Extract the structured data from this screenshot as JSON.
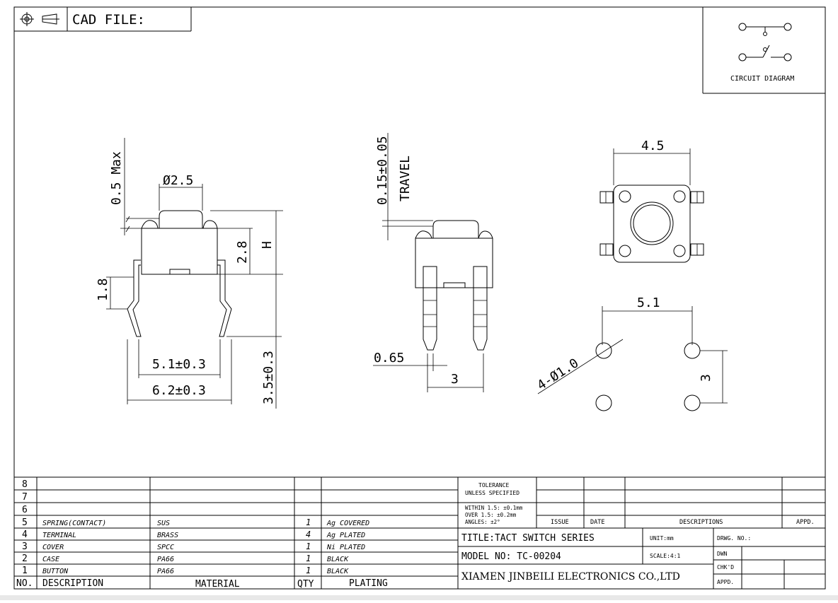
{
  "header": {
    "cad_file_label": "CAD FILE:",
    "projection_symbol": "third-angle-projection-icon"
  },
  "circuit": {
    "label": "CIRCUIT DIAGRAM"
  },
  "front_view": {
    "dim_max": "0.5 Max",
    "dim_dia": "Ø2.5",
    "dim_28": "2.8",
    "dim_h": "H",
    "dim_18": "1.8",
    "dim_51": "5.1±0.3",
    "dim_62": "6.2±0.3",
    "dim_35": "3.5±0.3"
  },
  "side_view": {
    "dim_travel": "0.15±0.05",
    "travel_label": "TRAVEL",
    "dim_065": "0.65",
    "dim_3": "3"
  },
  "top_view": {
    "dim_45": "4.5"
  },
  "pcb_view": {
    "dim_51": "5.1",
    "dim_holes": "4-Ø1.0",
    "dim_3": "3"
  },
  "bom": {
    "empty_rows": [
      "8",
      "7",
      "6"
    ],
    "rows": [
      {
        "no": "5",
        "description": "SPRING(CONTACT)",
        "material": "SUS",
        "qty": "1",
        "plating": "Ag COVERED"
      },
      {
        "no": "4",
        "description": "TERMINAL",
        "material": "BRASS",
        "qty": "4",
        "plating": "Ag PLATED"
      },
      {
        "no": "3",
        "description": "COVER",
        "material": "SPCC",
        "qty": "1",
        "plating": "Ni PLATED"
      },
      {
        "no": "2",
        "description": "CASE",
        "material": "PA66",
        "qty": "1",
        "plating": "BLACK"
      },
      {
        "no": "1",
        "description": "BUTTON",
        "material": "PA66",
        "qty": "1",
        "plating": "BLACK"
      }
    ],
    "headers": {
      "no": "NO.",
      "description": "DESCRIPTION",
      "material": "MATERIAL",
      "qty": "QTY",
      "plating": "PLATING"
    }
  },
  "title_block": {
    "tolerance_line1": "TOLERANCE",
    "tolerance_line2": "UNLESS SPECIFIED",
    "within": "WITHIN 1.5: ±0.1mm",
    "over": "OVER 1.5:  ±0.2mm",
    "angles": "ANGLES: ±2°",
    "issue": "ISSUE",
    "date": "DATE",
    "descriptions": "DESCRIPTIONS",
    "appd": "APPD.",
    "title": "TITLE:TACT SWITCH SERIES",
    "unit": "UNIT:mm",
    "drwg_no": "DRWG. NO.:",
    "model": "MODEL NO: TC-00204",
    "scale": "SCALE:4:1",
    "dwn": "DWN",
    "chkd": "CHK'D",
    "company": "XIAMEN JINBEILI ELECTRONICS CO.,LTD",
    "appd2": "APPD."
  }
}
